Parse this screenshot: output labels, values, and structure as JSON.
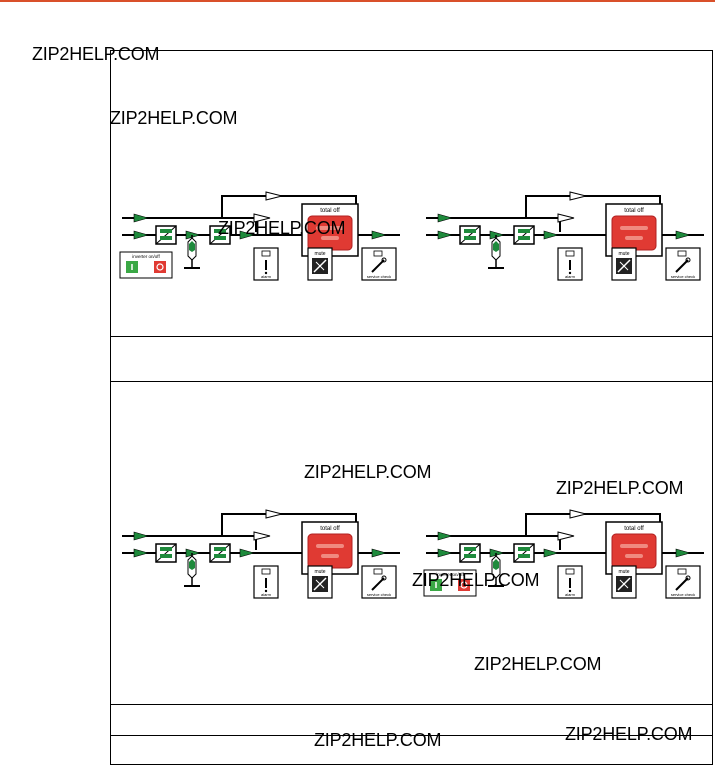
{
  "watermark_text": "ZIP2HELP.COM",
  "labels": {
    "total_off": "total off",
    "mute": "mute",
    "alarm": "alarm",
    "service_check": "service check",
    "inverter_on_off": "inverter on/off"
  },
  "colors": {
    "accent_rule": "#d9502a",
    "flow_green": "#1e8a3c",
    "total_off_red": "#e03a33",
    "button_green": "#3aa845"
  },
  "icons": [
    "battery-icon",
    "switch-icon",
    "alarm-icon",
    "mute-icon",
    "service-wrench-icon",
    "power-on-icon",
    "power-off-icon"
  ]
}
